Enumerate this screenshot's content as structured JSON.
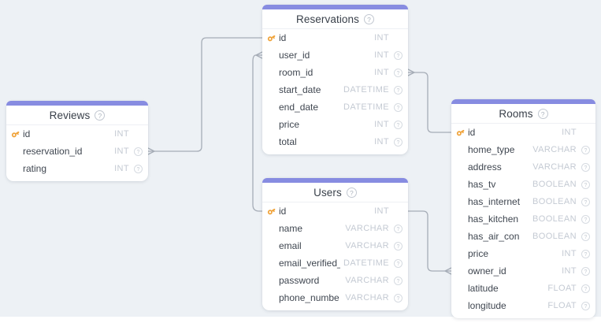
{
  "canvas": {
    "background": "#edf1f5",
    "page_background": "#ffffff"
  },
  "colors": {
    "accent_bar": "#878ce1",
    "card_background": "#ffffff",
    "table_title": "#39404a",
    "field_name": "#3f4650",
    "field_type": "#c4cad3",
    "primary_key_icon": "#f0a43c",
    "connector_line": "#a6adb7",
    "help_icon": "#c2c8d1"
  },
  "icons": {
    "table_help": "question-circle-icon",
    "field_comment": "question-circle-icon",
    "primary_key": "key-icon"
  },
  "tables": [
    {
      "title": "Reservations",
      "fields": [
        {
          "name": "id",
          "type": "INT",
          "primary": true,
          "comment": false
        },
        {
          "name": "user_id",
          "type": "INT",
          "primary": false,
          "comment": true
        },
        {
          "name": "room_id",
          "type": "INT",
          "primary": false,
          "comment": true
        },
        {
          "name": "start_date",
          "type": "DATETIME",
          "primary": false,
          "comment": true
        },
        {
          "name": "end_date",
          "type": "DATETIME",
          "primary": false,
          "comment": true
        },
        {
          "name": "price",
          "type": "INT",
          "primary": false,
          "comment": true
        },
        {
          "name": "total",
          "type": "INT",
          "primary": false,
          "comment": true
        }
      ]
    },
    {
      "title": "Reviews",
      "fields": [
        {
          "name": "id",
          "type": "INT",
          "primary": true,
          "comment": false
        },
        {
          "name": "reservation_id",
          "type": "INT",
          "primary": false,
          "comment": true
        },
        {
          "name": "rating",
          "type": "INT",
          "primary": false,
          "comment": true
        }
      ]
    },
    {
      "title": "Users",
      "fields": [
        {
          "name": "id",
          "type": "INT",
          "primary": true,
          "comment": false
        },
        {
          "name": "name",
          "type": "VARCHAR",
          "primary": false,
          "comment": true
        },
        {
          "name": "email",
          "type": "VARCHAR",
          "primary": false,
          "comment": true
        },
        {
          "name": "email_verified_",
          "type": "DATETIME",
          "primary": false,
          "comment": true
        },
        {
          "name": "password",
          "type": "VARCHAR",
          "primary": false,
          "comment": true
        },
        {
          "name": "phone_numbe",
          "type": "VARCHAR",
          "primary": false,
          "comment": true
        }
      ]
    },
    {
      "title": "Rooms",
      "fields": [
        {
          "name": "id",
          "type": "INT",
          "primary": true,
          "comment": false
        },
        {
          "name": "home_type",
          "type": "VARCHAR",
          "primary": false,
          "comment": true
        },
        {
          "name": "address",
          "type": "VARCHAR",
          "primary": false,
          "comment": true
        },
        {
          "name": "has_tv",
          "type": "BOOLEAN",
          "primary": false,
          "comment": true
        },
        {
          "name": "has_internet",
          "type": "BOOLEAN",
          "primary": false,
          "comment": true
        },
        {
          "name": "has_kitchen",
          "type": "BOOLEAN",
          "primary": false,
          "comment": true
        },
        {
          "name": "has_air_con",
          "type": "BOOLEAN",
          "primary": false,
          "comment": true
        },
        {
          "name": "price",
          "type": "INT",
          "primary": false,
          "comment": true
        },
        {
          "name": "owner_id",
          "type": "INT",
          "primary": false,
          "comment": true
        },
        {
          "name": "latitude",
          "type": "FLOAT",
          "primary": false,
          "comment": true
        },
        {
          "name": "longitude",
          "type": "FLOAT",
          "primary": false,
          "comment": true
        }
      ]
    }
  ],
  "relationships": [
    {
      "from_table": "Reviews",
      "from_field": "reservation_id",
      "to_table": "Reservations",
      "to_field": "id",
      "many_end": "Reviews.reservation_id"
    },
    {
      "from_table": "Users",
      "from_field": "id",
      "to_table": "Reservations",
      "to_field": "user_id",
      "many_end": "Reservations.user_id"
    },
    {
      "from_table": "Reservations",
      "from_field": "room_id",
      "to_table": "Rooms",
      "to_field": "id",
      "many_end": "Reservations.room_id"
    },
    {
      "from_table": "Users",
      "from_field": "id",
      "to_table": "Rooms",
      "to_field": "owner_id",
      "many_end": "Rooms.owner_id"
    }
  ]
}
